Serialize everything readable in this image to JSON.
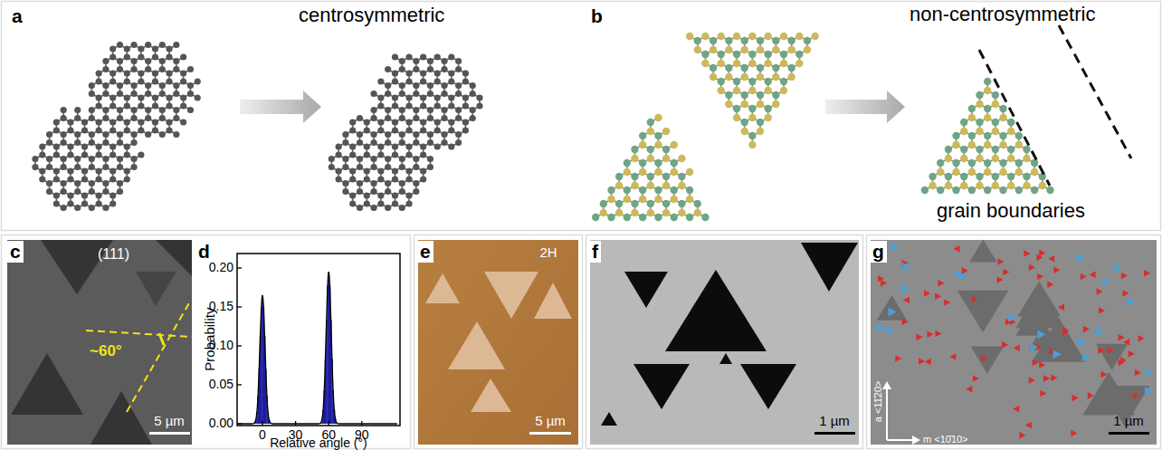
{
  "diagram": {
    "nodes": [
      {
        "text": [
          "a"
        ]
      },
      {
        "text": [
          "b"
        ]
      },
      {
        "text": [
          "c"
        ]
      },
      {
        "text": [
          "d"
        ]
      },
      {
        "text": [
          "e"
        ]
      },
      {
        "text": [
          "f"
        ]
      },
      {
        "text": [
          "g"
        ]
      }
    ],
    "labels": [
      "centrosymmetric",
      "non-centrosymmetric",
      "grain boundaries",
      "(111)",
      "~60°",
      "5 µm",
      "Probability",
      "0.20",
      "0.15",
      "0.10",
      "0.05",
      "0.00",
      "0",
      "30",
      "60",
      "90",
      "Relative angle (°)",
      "2H",
      "5 µm",
      "1 µm",
      "a <11̄20>",
      "m <10̄10>",
      "1 µm"
    ]
  }
}
